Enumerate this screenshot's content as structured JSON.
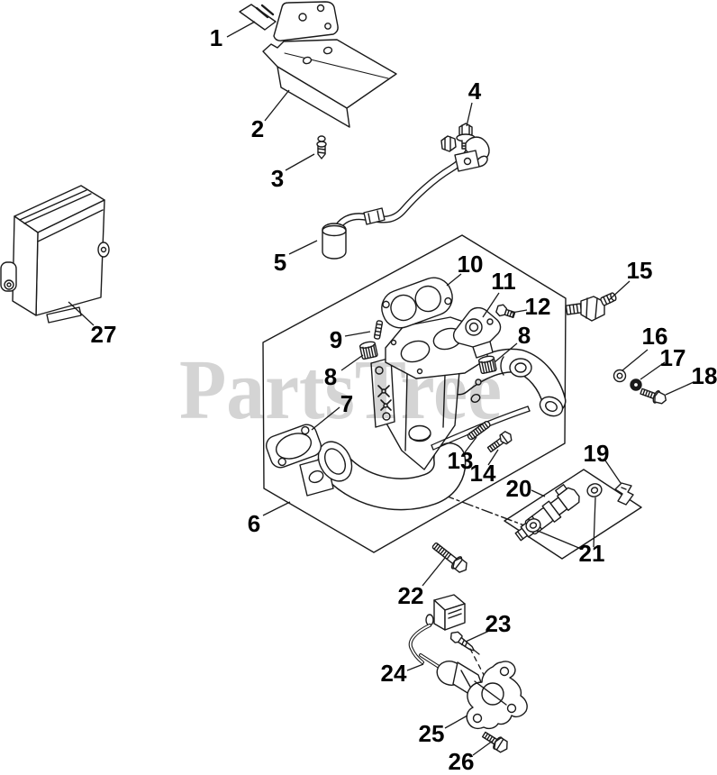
{
  "diagram": {
    "watermark": "PartsTree",
    "background_color": "#ffffff",
    "line_color": "#1a1a1a",
    "watermark_color": "#d4d4d4"
  },
  "callouts": [
    {
      "num": "1"
    },
    {
      "num": "2"
    },
    {
      "num": "3"
    },
    {
      "num": "4"
    },
    {
      "num": "5"
    },
    {
      "num": "6"
    },
    {
      "num": "7"
    },
    {
      "num": "8"
    },
    {
      "num": "9"
    },
    {
      "num": "10"
    },
    {
      "num": "11"
    },
    {
      "num": "12"
    },
    {
      "num": "8"
    },
    {
      "num": "13"
    },
    {
      "num": "14"
    },
    {
      "num": "15"
    },
    {
      "num": "16"
    },
    {
      "num": "17"
    },
    {
      "num": "18"
    },
    {
      "num": "19"
    },
    {
      "num": "20"
    },
    {
      "num": "21"
    },
    {
      "num": "22"
    },
    {
      "num": "23"
    },
    {
      "num": "24"
    },
    {
      "num": "25"
    },
    {
      "num": "26"
    },
    {
      "num": "27"
    }
  ]
}
